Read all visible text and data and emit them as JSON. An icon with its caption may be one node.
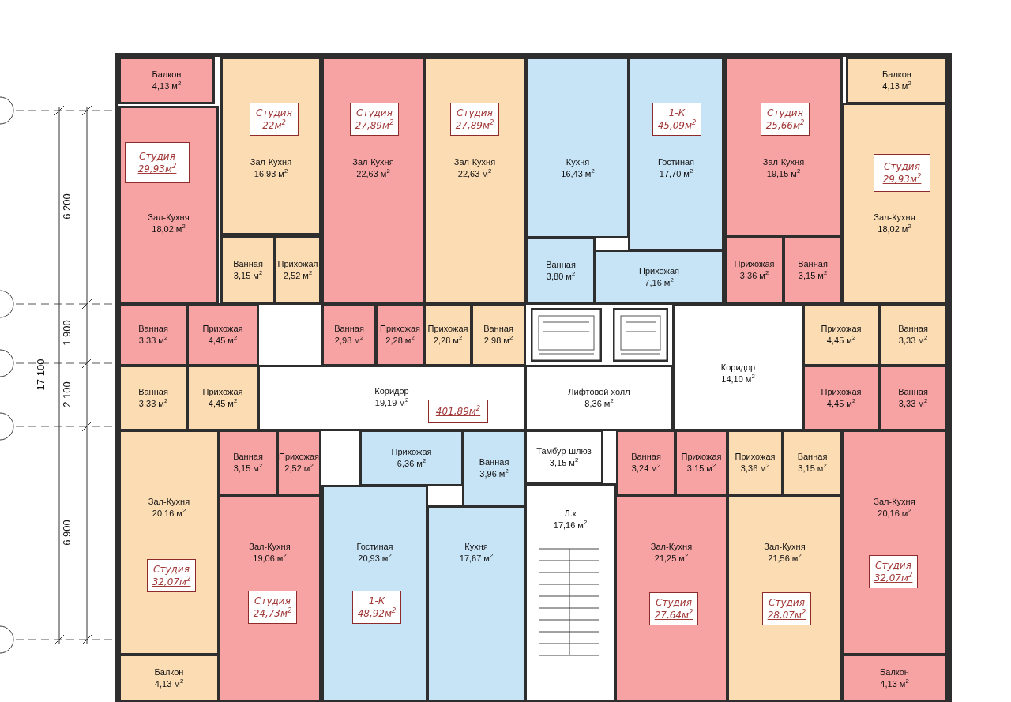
{
  "diagram": {
    "nodes": [
      {
        "text": [
          "Балкон",
          "4,13 м$^{2}$"
        ]
      },
      {
        "text": [
          "Зал-Кухня",
          "18,02 м$^{2}$"
        ]
      },
      {
        "text": [
          "Студия",
          "29,93м$^{2}$"
        ],
        "in": 1
      },
      {
        "text": [
          "Зал-Кухня",
          "16,93 м$^{2}$"
        ]
      },
      {
        "text": [
          "Студия",
          "22м$^{2}$"
        ],
        "in": 3
      },
      {
        "text": [
          "Ванная",
          "3,15 м$^{2}$"
        ]
      },
      {
        "text": [
          "Прихожая",
          "2,52 м$^{2}$"
        ]
      },
      {
        "text": [
          "Зал-Кухня",
          "22,63 м$^{2}$"
        ]
      },
      {
        "text": [
          "Студия",
          "27,89м$^{2}$"
        ],
        "in": 7
      },
      {
        "text": [
          "Зал-Кухня",
          "22,63 м$^{2}$"
        ]
      },
      {
        "text": [
          "Студия",
          "27,89м$^{2}$"
        ],
        "in": 9
      },
      {
        "text": [
          "Кухня",
          "16,43 м$^{2}$"
        ]
      },
      {
        "text": [
          "Гостиная",
          "17,70 м$^{2}$"
        ]
      },
      {
        "text": [
          "1-К",
          "45,09м$^{2}$"
        ],
        "in": 12
      },
      {
        "text": [
          "Ванная",
          "3,80 м$^{2}$"
        ]
      },
      {
        "text": [
          "Прихожая",
          "7,16 м$^{2}$"
        ]
      },
      {
        "text": [
          "Зал-Кухня",
          "19,15 м$^{2}$"
        ]
      },
      {
        "text": [
          "Студия",
          "25,66м$^{2}$"
        ],
        "in": 16
      },
      {
        "text": [
          "Прихожая",
          "3,36 м$^{2}$"
        ]
      },
      {
        "text": [
          "Ванная",
          "3,15 м$^{2}$"
        ]
      },
      {
        "text": [
          "Балкон",
          "4,13 м$^{2}$"
        ]
      },
      {
        "text": [
          "Зал-Кухня",
          "18,02 м$^{2}$"
        ]
      },
      {
        "text": [
          "Студия",
          "29,93м$^{2}$"
        ],
        "in": 21
      },
      {
        "text": [
          "Ванная",
          "3,33 м$^{2}$"
        ]
      },
      {
        "text": [
          "Прихожая",
          "4,45 м$^{2}$"
        ]
      },
      {
        "text": [
          "Ванная",
          "2,98 м$^{2}$"
        ]
      },
      {
        "text": [
          "Прихожая",
          "2,28 м$^{2}$"
        ]
      },
      {
        "text": [
          "Прихожая",
          "2,28 м$^{2}$"
        ]
      },
      {
        "text": [
          "Ванная",
          "2,98 м$^{2}$"
        ]
      },
      {
        "text": [
          "Прихожая",
          "4,45 м$^{2}$"
        ]
      },
      {
        "text": [
          "Ванная",
          "3,33 м$^{2}$"
        ]
      },
      {
        "text": [
          "Коридор",
          "19,19 м$^{2}$"
        ]
      },
      {
        "text": [
          "401,89м$^{2}$"
        ],
        "in": 31
      },
      {
        "text": [
          "Лифтовой холл",
          "8,36 м$^{2}$"
        ]
      },
      {
        "text": [
          "Коридор",
          "14,10 м$^{2}$"
        ]
      },
      {
        "text": [
          "Ванная",
          "3,33 м$^{2}$"
        ]
      },
      {
        "text": [
          "Прихожая",
          "4,45 м$^{2}$"
        ]
      },
      {
        "text": [
          "Прихожая",
          "4,45 м$^{2}$"
        ]
      },
      {
        "text": [
          "Ванная",
          "3,33 м$^{2}$"
        ]
      },
      {
        "text": [
          "Ванная",
          "3,15 м$^{2}$"
        ]
      },
      {
        "text": [
          "Прихожая",
          "2,52 м$^{2}$"
        ]
      },
      {
        "text": [
          "Прихожая",
          "6,36 м$^{2}$"
        ]
      },
      {
        "text": [
          "Ванная",
          "3,96 м$^{2}$"
        ]
      },
      {
        "text": [
          "Тамбур-шлюз",
          "3,15 м$^{2}$"
        ]
      },
      {
        "text": [
          "Ванная",
          "3,24 м$^{2}$"
        ]
      },
      {
        "text": [
          "Прихожая",
          "3,15 м$^{2}$"
        ]
      },
      {
        "text": [
          "Прихожая",
          "3,36 м$^{2}$"
        ]
      },
      {
        "text": [
          "Ванная",
          "3,15 м$^{2}$"
        ]
      },
      {
        "text": [
          "Зал-Кухня",
          "20,16 м$^{2}$"
        ]
      },
      {
        "text": [
          "Студия",
          "32,07м$^{2}$"
        ],
        "in": 48
      },
      {
        "text": [
          "Зал-Кухня",
          "19,06 м$^{2}$"
        ]
      },
      {
        "text": [
          "Студия",
          "24,73м$^{2}$"
        ],
        "in": 50
      },
      {
        "text": [
          "Гостиная",
          "20,93 м$^{2}$"
        ]
      },
      {
        "text": [
          "1-К",
          "48,92м$^{2}$"
        ],
        "in": 52
      },
      {
        "text": [
          "Кухня",
          "17,67 м$^{2}$"
        ]
      },
      {
        "text": [
          "Л.к",
          "17,16 м$^{2}$"
        ]
      },
      {
        "text": [
          "Зал-Кухня",
          "21,25 м$^{2}$"
        ]
      },
      {
        "text": [
          "Студия",
          "27,64м$^{2}$"
        ],
        "in": 56
      },
      {
        "text": [
          "Зал-Кухня",
          "21,56 м$^{2}$"
        ]
      },
      {
        "text": [
          "Студия",
          "28,07м$^{2}$"
        ],
        "in": 58
      },
      {
        "text": [
          "Зал-Кухня",
          "20,16 м$^{2}$"
        ]
      },
      {
        "text": [
          "Студия",
          "32,07м$^{2}$"
        ],
        "in": 60
      },
      {
        "text": [
          "Балкон",
          "4,13 м$^{2}$"
        ]
      },
      {
        "text": [
          "Балкон",
          "4,13 м$^{2}$"
        ]
      }
    ],
    "labels": [
      "6 200",
      "1 900",
      "17 100",
      "2 100",
      "6 900"
    ]
  }
}
